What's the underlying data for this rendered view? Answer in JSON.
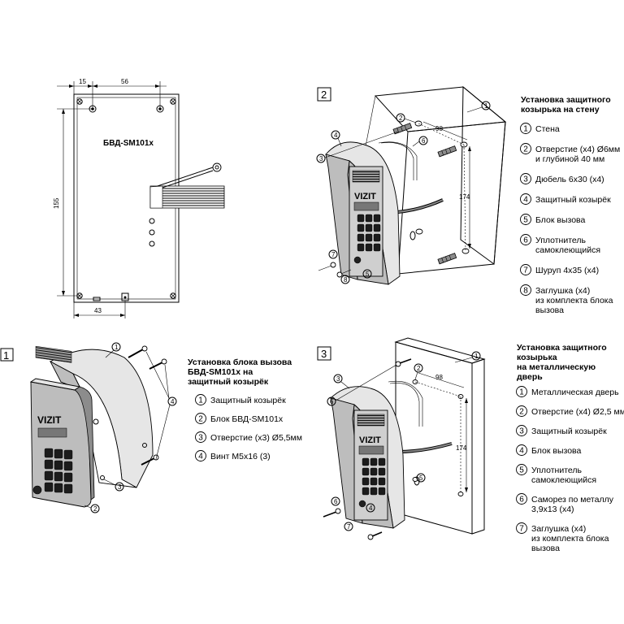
{
  "drawing": {
    "dim_15": "15",
    "dim_56": "56",
    "dim_155": "155",
    "dim_43": "43",
    "device_label": "БВД-SM101х"
  },
  "panel1": {
    "number": "1",
    "title": [
      "Установка блока вызова",
      "БВД-SM101х на",
      "защитный козырёк"
    ],
    "logo": "VIZIT",
    "legend": [
      {
        "n": "1",
        "text": [
          "Защитный козырёк"
        ]
      },
      {
        "n": "2",
        "text": [
          "Блок БВД-SM101х"
        ]
      },
      {
        "n": "3",
        "text": [
          "Отверстие (х3) Ø5,5мм"
        ]
      },
      {
        "n": "4",
        "text": [
          "Винт М5х16 (3)"
        ]
      }
    ]
  },
  "panel2": {
    "number": "2",
    "title": [
      "Установка защитного",
      "козырька на стену"
    ],
    "dim_98": "98",
    "dim_174": "174",
    "logo": "VIZIT",
    "legend": [
      {
        "n": "1",
        "text": [
          "Стена"
        ]
      },
      {
        "n": "2",
        "text": [
          "Отверстие (х4) Ø6мм",
          "и глубиной 40 мм"
        ]
      },
      {
        "n": "3",
        "text": [
          "Дюбель 6х30 (х4)"
        ]
      },
      {
        "n": "4",
        "text": [
          "Защитный козырёк"
        ]
      },
      {
        "n": "5",
        "text": [
          "Блок вызова"
        ]
      },
      {
        "n": "6",
        "text": [
          "Уплотнитель",
          "самоклеющийся"
        ]
      },
      {
        "n": "7",
        "text": [
          "Шуруп 4х35 (х4)"
        ]
      },
      {
        "n": "8",
        "text": [
          "Заглушка (х4)",
          "из комплекта блока",
          "вызова"
        ]
      }
    ]
  },
  "panel3": {
    "number": "3",
    "title": [
      "Установка защитного",
      "козырька",
      "на металлическую",
      "дверь"
    ],
    "dim_98": "98",
    "dim_174": "174",
    "logo": "VIZIT",
    "legend": [
      {
        "n": "1",
        "text": [
          "Металлическая дверь"
        ]
      },
      {
        "n": "2",
        "text": [
          "Отверстие (х4) Ø2,5 мм"
        ]
      },
      {
        "n": "3",
        "text": [
          "Защитный козырёк"
        ]
      },
      {
        "n": "4",
        "text": [
          "Блок вызова"
        ]
      },
      {
        "n": "5",
        "text": [
          "Уплотнитель",
          "самоклеющийся"
        ]
      },
      {
        "n": "6",
        "text": [
          "Саморез по металлу",
          "3,9х13 (х4)"
        ]
      },
      {
        "n": "7",
        "text": [
          "Заглушка (х4)",
          "из комплекта блока",
          "вызова"
        ]
      }
    ]
  }
}
